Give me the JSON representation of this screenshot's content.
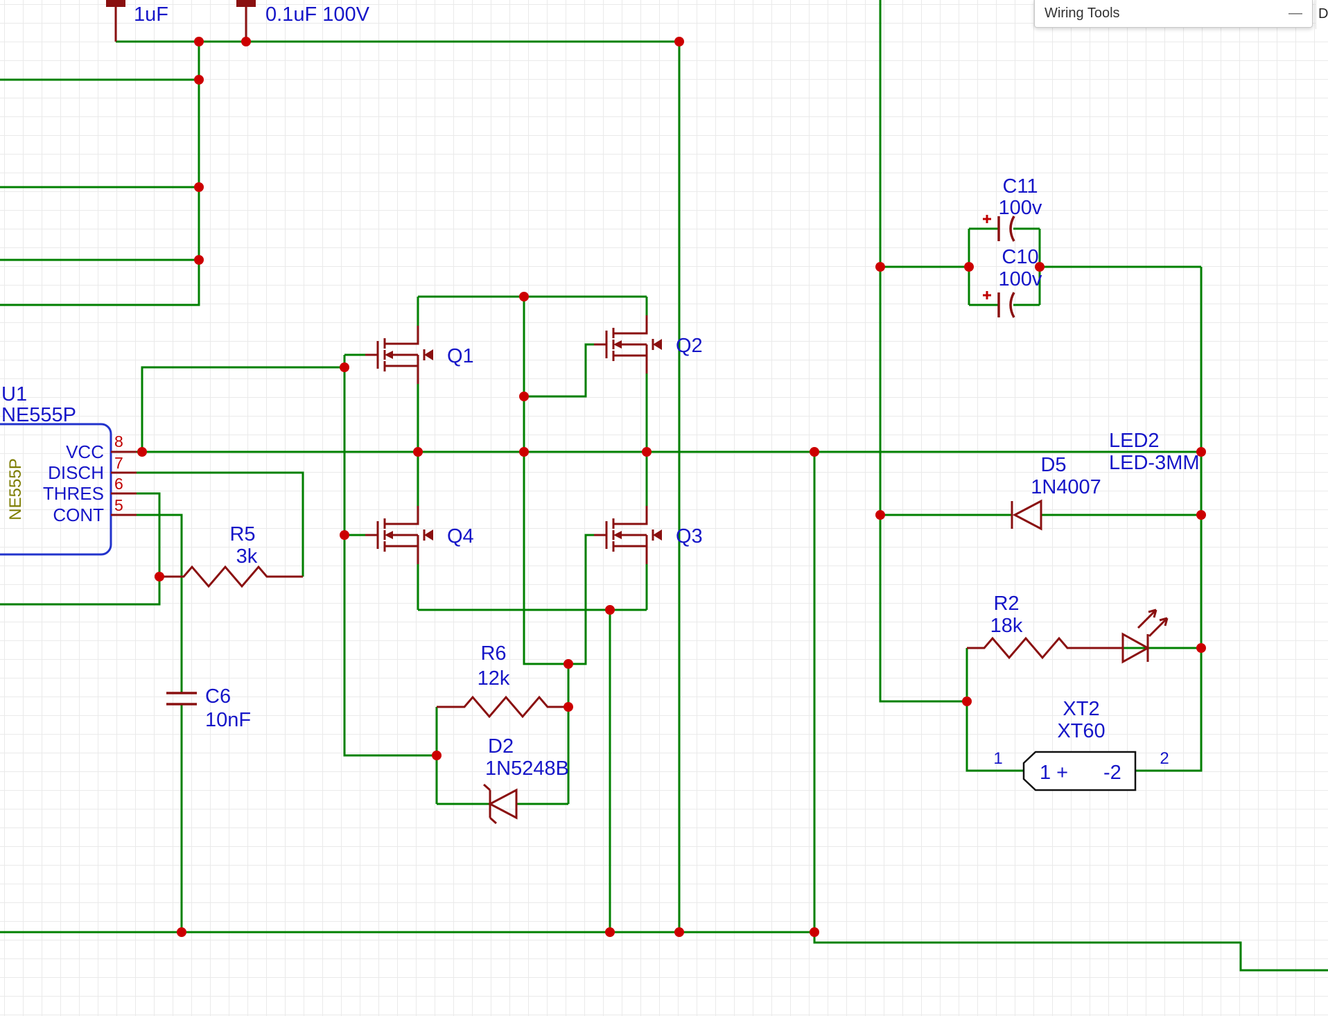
{
  "app": {
    "panel_title": "Wiring Tools",
    "minimize_glyph": "—",
    "partial_button": "D"
  },
  "colors": {
    "wire": "#008000",
    "symbol": "#8a1010",
    "label": "#1616c8",
    "pin_red": "#c00000",
    "junction": "#cc0000",
    "ic_border": "#2233cc",
    "olive": "#7d7d00"
  },
  "parts": {
    "cap_top_1": {
      "value": "1uF"
    },
    "cap_top_2": {
      "value": "0.1uF 100V"
    },
    "u1": {
      "ref": "U1",
      "value": "NE555P",
      "symbol_text": "NE555P",
      "pins": [
        {
          "num": "8",
          "name": "VCC"
        },
        {
          "num": "7",
          "name": "DISCH"
        },
        {
          "num": "6",
          "name": "THRES"
        },
        {
          "num": "5",
          "name": "CONT"
        }
      ]
    },
    "r5": {
      "ref": "R5",
      "value": "3k"
    },
    "c6": {
      "ref": "C6",
      "value": "10nF"
    },
    "q1": {
      "ref": "Q1"
    },
    "q2": {
      "ref": "Q2"
    },
    "q3": {
      "ref": "Q3"
    },
    "q4": {
      "ref": "Q4"
    },
    "r6": {
      "ref": "R6",
      "value": "12k"
    },
    "d2": {
      "ref": "D2",
      "value": "1N5248B"
    },
    "c11": {
      "ref": "C11",
      "value": "100v"
    },
    "c10": {
      "ref": "C10",
      "value": "100v"
    },
    "d5": {
      "ref": "D5",
      "value": "1N4007"
    },
    "r2": {
      "ref": "R2",
      "value": "18k"
    },
    "led2": {
      "ref": "LED2",
      "value": "LED-3MM"
    },
    "xt2": {
      "ref": "XT2",
      "value": "XT60",
      "pin1": "1",
      "pin2": "2",
      "inner_left": "1 +",
      "inner_right": "-2"
    }
  }
}
